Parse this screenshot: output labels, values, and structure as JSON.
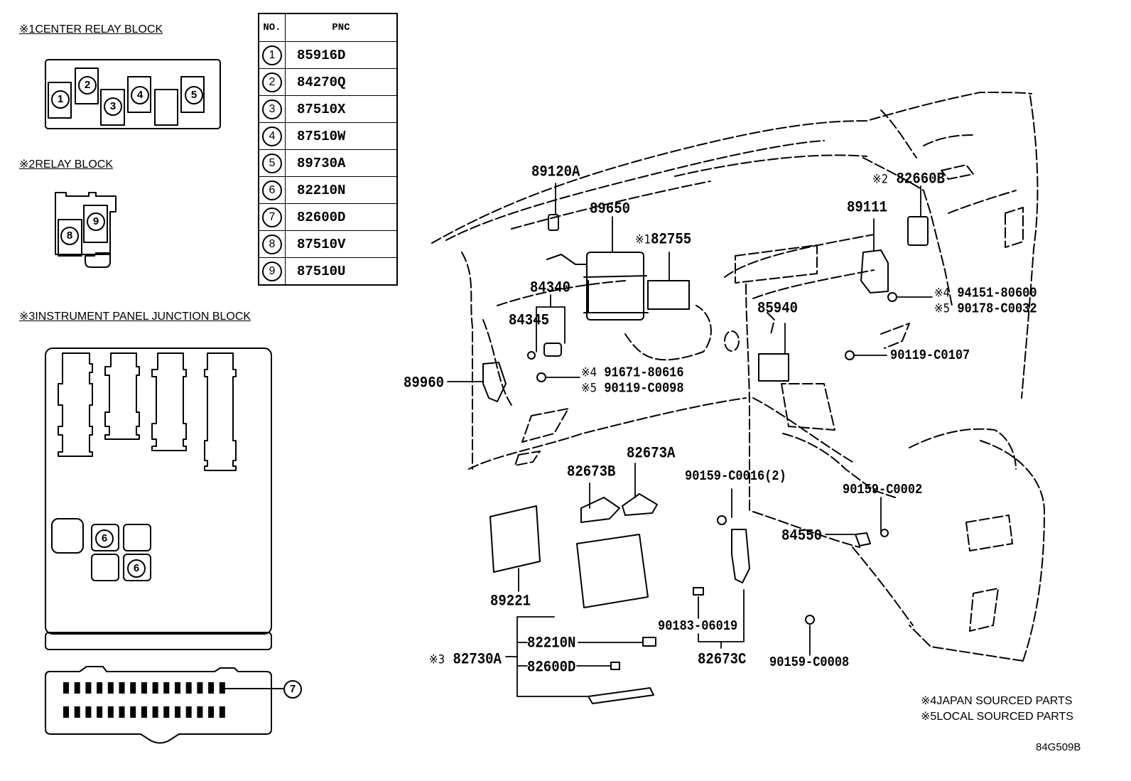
{
  "diagram_id": "84G509B",
  "sections": {
    "center_relay_block": {
      "mark": "※1",
      "title": "CENTER RELAY BLOCK",
      "slots": [
        "1",
        "2",
        "3",
        "4",
        "",
        "5"
      ]
    },
    "relay_block": {
      "mark": "※2",
      "title": "RELAY BLOCK",
      "slots": [
        "8",
        "9"
      ]
    },
    "junction_block": {
      "mark": "※3",
      "title": "INSTRUMENT PANEL JUNCTION BLOCK",
      "slots": [
        "6",
        "6"
      ],
      "connector_callout": "7"
    }
  },
  "pnc_table": {
    "headers": [
      "NO.",
      "PNC"
    ],
    "rows": [
      {
        "no": "1",
        "pnc": "85916D"
      },
      {
        "no": "2",
        "pnc": "84270Q"
      },
      {
        "no": "3",
        "pnc": "87510X"
      },
      {
        "no": "4",
        "pnc": "87510W"
      },
      {
        "no": "5",
        "pnc": "89730A"
      },
      {
        "no": "6",
        "pnc": "82210N"
      },
      {
        "no": "7",
        "pnc": "82600D"
      },
      {
        "no": "8",
        "pnc": "87510V"
      },
      {
        "no": "9",
        "pnc": "87510U"
      }
    ]
  },
  "callouts": {
    "p89120A": "89120A",
    "p89650": "89650",
    "p82755_mark": "※1",
    "p82755": "82755",
    "p82660B_mark": "※2",
    "p82660B": "82660B",
    "p89111": "89111",
    "p84340": "84340",
    "p84345": "84345",
    "p94151_mark": "※4",
    "p94151": "94151-80600",
    "p90178_mark": "※5",
    "p90178": "90178-C0032",
    "p85940": "85940",
    "p90119_C0107": "90119-C0107",
    "p89960": "89960",
    "p91671_mark": "※4",
    "p91671": "91671-80616",
    "p90119_C0098_mark": "※5",
    "p90119_C0098": "90119-C0098",
    "p82673A": "82673A",
    "p82673B": "82673B",
    "p90159_C0016": "90159-C0016(2)",
    "p90159_C0002": "90159-C0002",
    "p84550": "84550",
    "p89221": "89221",
    "p82210N": "82210N",
    "p82730A_mark": "※3",
    "p82730A": "82730A",
    "p82600D": "82600D",
    "p90183": "90183-06019",
    "p82673C": "82673C",
    "p90159_C0008": "90159-C0008"
  },
  "legend": [
    {
      "mark": "※4",
      "text": "JAPAN SOURCED PARTS"
    },
    {
      "mark": "※5",
      "text": "LOCAL SOURCED PARTS"
    }
  ]
}
